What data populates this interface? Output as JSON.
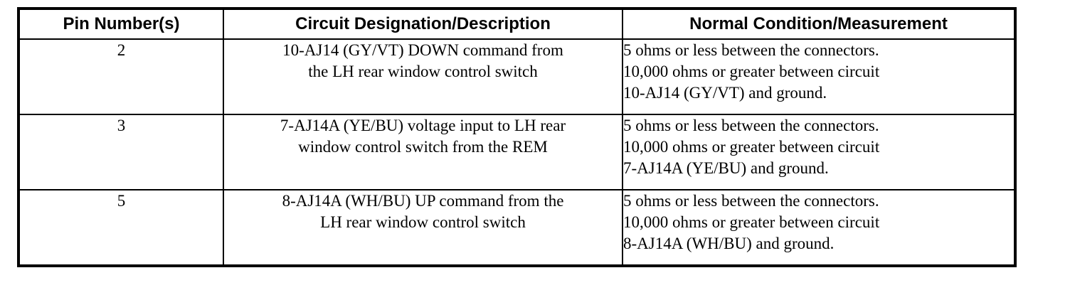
{
  "colors": {
    "border": "#000000",
    "text": "#000000",
    "background": "#ffffff"
  },
  "table": {
    "headers": {
      "pin": "Pin Number(s)",
      "description": "Circuit Designation/Description",
      "measurement": "Normal Condition/Measurement"
    },
    "rows": [
      {
        "pin": "2",
        "description_lines": {
          "0": "10-AJ14 (GY/VT) DOWN command from",
          "1": "the LH rear window control switch"
        },
        "measurement_lines": {
          "0": "5 ohms or less between the connectors.",
          "1": "10,000 ohms or greater between circuit",
          "2": "10-AJ14 (GY/VT) and ground."
        }
      },
      {
        "pin": "3",
        "description_lines": {
          "0": "7-AJ14A (YE/BU) voltage input to LH rear",
          "1": "window control switch from the REM"
        },
        "measurement_lines": {
          "0": "5 ohms or less between the connectors.",
          "1": "10,000 ohms or greater between circuit",
          "2": "7-AJ14A (YE/BU) and ground."
        }
      },
      {
        "pin": "5",
        "description_lines": {
          "0": "8-AJ14A (WH/BU) UP command from the",
          "1": "LH rear window control switch"
        },
        "measurement_lines": {
          "0": "5 ohms or less between the connectors.",
          "1": "10,000 ohms or greater between circuit",
          "2": "8-AJ14A (WH/BU) and ground."
        }
      }
    ]
  }
}
